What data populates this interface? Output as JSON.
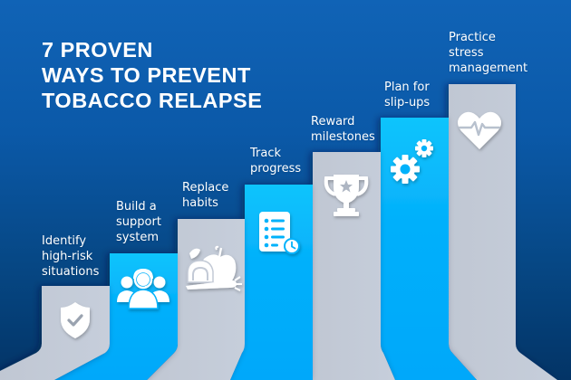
{
  "title": {
    "lines": [
      "7 PROVEN",
      "WAYS TO PREVENT",
      "TOBACCO RELAPSE"
    ]
  },
  "colors": {
    "background_top": "#1063b6",
    "background_bottom": "#033466",
    "step_gray": "#c3cad6",
    "step_blue": "#05b2fb",
    "text": "#ffffff"
  },
  "steps": [
    {
      "index": 1,
      "lines": [
        "Identify",
        "high-risk",
        "situations"
      ],
      "icon": "shield-check-icon",
      "color": "gray"
    },
    {
      "index": 2,
      "lines": [
        "Build a",
        "support",
        "system"
      ],
      "icon": "support-team-headset-icon",
      "color": "blue"
    },
    {
      "index": 3,
      "lines": [
        "Replace",
        "habits"
      ],
      "icon": "apple-carrot-icon",
      "color": "gray"
    },
    {
      "index": 4,
      "lines": [
        "Track",
        "progress"
      ],
      "icon": "checklist-clock-icon",
      "color": "blue"
    },
    {
      "index": 5,
      "lines": [
        "Reward",
        "milestones"
      ],
      "icon": "trophy-star-icon",
      "color": "gray"
    },
    {
      "index": 6,
      "lines": [
        "Plan for",
        "slip-ups"
      ],
      "icon": "gears-icon",
      "color": "blue"
    },
    {
      "index": 7,
      "lines": [
        "Practice",
        "stress",
        "management"
      ],
      "icon": "heart-pulse-icon",
      "color": "gray"
    }
  ]
}
